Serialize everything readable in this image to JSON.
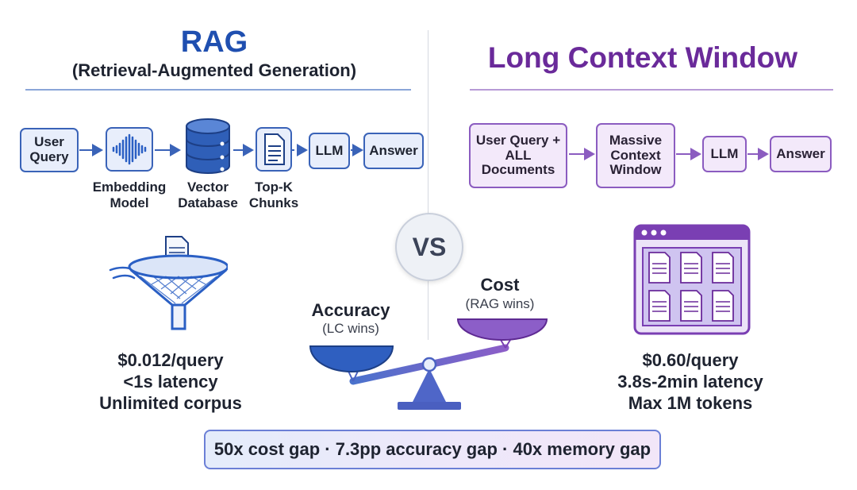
{
  "left": {
    "title": "RAG",
    "subtitle": "(Retrieval-Augmented Generation)",
    "flow": {
      "user_query": "User Query",
      "embedding_caption": "Embedding Model",
      "vector_caption": "Vector Database",
      "chunks_caption": "Top-K Chunks",
      "llm": "LLM",
      "answer": "Answer"
    },
    "stats": [
      "$0.012/query",
      "<1s latency",
      "Unlimited corpus"
    ]
  },
  "right": {
    "title": "Long Context Window",
    "flow": {
      "user_query": "User Query + ALL Documents",
      "context": "Massive Context Window",
      "llm": "LLM",
      "answer": "Answer"
    },
    "stats": [
      "$0.60/query",
      "3.8s-2min latency",
      "Max 1M tokens"
    ]
  },
  "vs": "VS",
  "scale": {
    "accuracy": "Accuracy",
    "accuracy_note": "(LC wins)",
    "cost": "Cost",
    "cost_note": "(RAG wins)"
  },
  "footer": "50x cost gap · 7.3pp accuracy gap · 40x memory gap",
  "colors": {
    "rag_blue": "#1f4fb0",
    "lc_purple": "#6a2a9a",
    "blue_border": "#3a63b8",
    "purple_border": "#8b5cc0"
  }
}
